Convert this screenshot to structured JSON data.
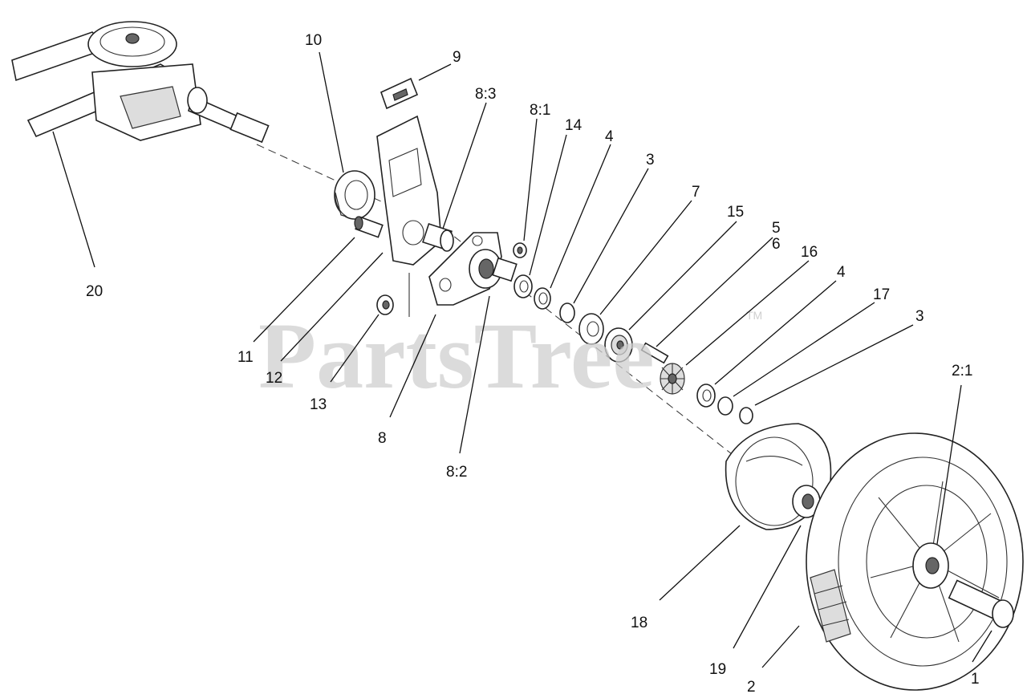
{
  "watermark": {
    "text": "PartsTree",
    "mark": "TM"
  },
  "callouts": {
    "c10": "10",
    "c9": "9",
    "c8_3": "8:3",
    "c8_1": "8:1",
    "c14": "14",
    "c4a": "4",
    "c3a": "3",
    "c7": "7",
    "c15": "15",
    "c5": "5",
    "c6": "6",
    "c16": "16",
    "c4b": "4",
    "c17": "17",
    "c3b": "3",
    "c2_1": "2:1",
    "c20": "20",
    "c11": "11",
    "c12": "12",
    "c13": "13",
    "c8": "8",
    "c8_2": "8:2",
    "c18": "18",
    "c19": "19",
    "c2": "2",
    "c1": "1"
  }
}
